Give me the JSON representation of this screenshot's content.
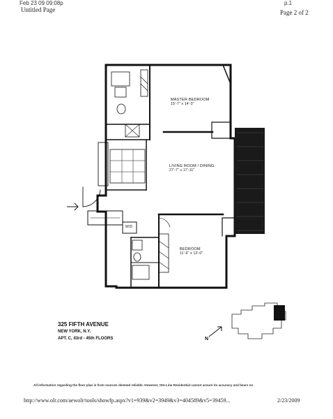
{
  "fax": {
    "timestamp": "Feb 23 09 09:08p",
    "page": "p.1"
  },
  "header": {
    "title": "Untitled Page",
    "page_label": "Page 2 of 2"
  },
  "rooms": {
    "master_bedroom": {
      "name": "MASTER BEDROOM",
      "dims": "15'-7\" x 14'-3\""
    },
    "living_room": {
      "name": "LIVING ROOM / DINING",
      "dims": "27'-7\" x 17'-11\""
    },
    "bedroom": {
      "name": "BEDROOM",
      "dims": "11'-6\" x 13'-0\""
    },
    "wd": "W/D"
  },
  "building": {
    "name": "325 FIFTH AVENUE",
    "city": "NEW YORK, N.Y.",
    "apt": "APT. C, 43rd - 45th FLOORS"
  },
  "compass": "N",
  "disclaimer": "All information regarding the floor plan is from sources deemed reliable. However, Ote-Line Residential cannot assure its accuracy and bears no",
  "footer": {
    "url": "http://www.olr.com/aewolr/tools/showfp.aspx?v1=939&v2=3949&v3=404589&v5=39459...",
    "date": "2/23/2009"
  }
}
